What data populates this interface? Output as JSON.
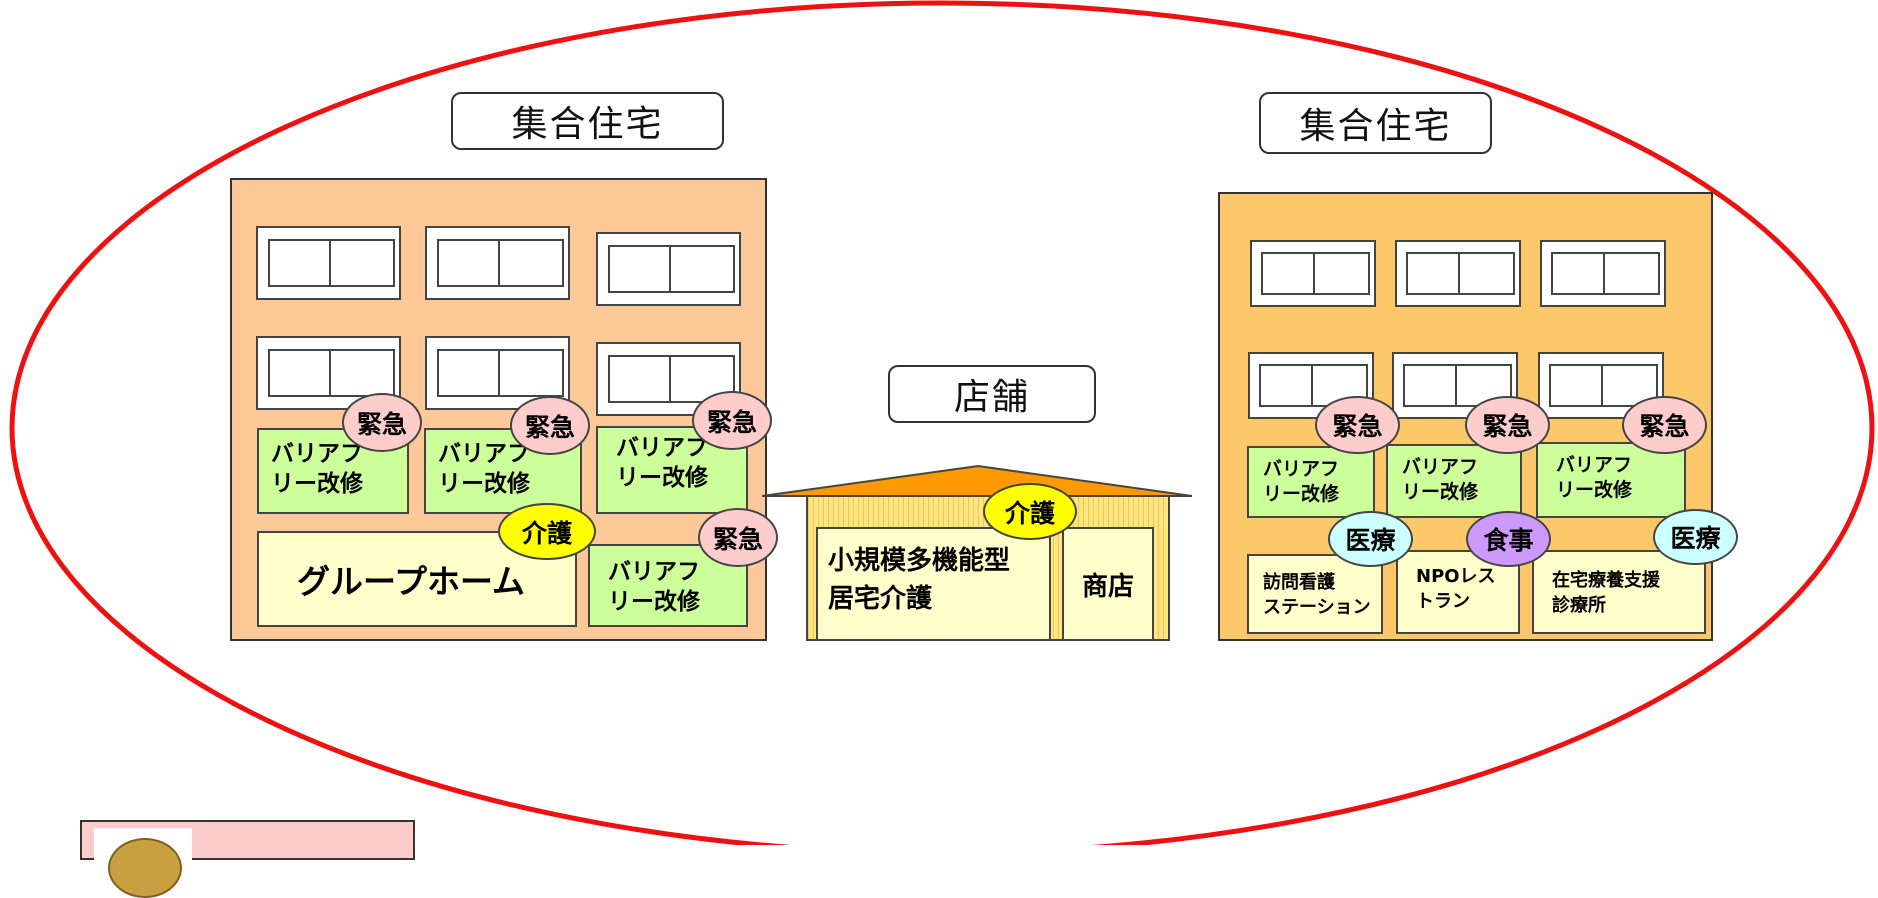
{
  "colors": {
    "ellipse": "#ee1111",
    "left_building": "#fdc998",
    "right_building": "#fdc869",
    "barrier_free": "#ccff99",
    "cream": "#ffffcc",
    "badge_emergency": "#ffcccc",
    "badge_care": "#ffff00",
    "badge_medical": "#ccffff",
    "badge_meal": "#cc99ff",
    "roof": "#ff9900",
    "store_wall": "#ffe680"
  },
  "left_building": {
    "title": "集合住宅",
    "units": [
      {
        "line1": "バリアフ",
        "line2": "リー改修"
      },
      {
        "line1": "バリアフ",
        "line2": "リー改修"
      },
      {
        "line1": "バリアフ",
        "line2": "リー改修"
      },
      {
        "line1": "バリアフ",
        "line2": "リー改修"
      }
    ],
    "group_home": "グループホーム",
    "badges": {
      "emergency": "緊急",
      "care": "介護"
    }
  },
  "store": {
    "title": "店舗",
    "care_line1": "小規模多機能型",
    "care_line2": "居宅介護",
    "shop": "商店",
    "badge_care": "介護"
  },
  "right_building": {
    "title": "集合住宅",
    "units": [
      {
        "line1": "バリアフ",
        "line2": "リー改修"
      },
      {
        "line1": "バリアフ",
        "line2": "リー改修"
      },
      {
        "line1": "バリアフ",
        "line2": "リー改修"
      }
    ],
    "services": [
      {
        "line1": "訪問看護",
        "line2": "ステーション"
      },
      {
        "line1": "NPOレス",
        "line2": "トラン"
      },
      {
        "line1": "在宅療養支援",
        "line2": "診療所"
      }
    ],
    "badges": {
      "emergency": "緊急",
      "medical": "医療",
      "meal": "食事"
    }
  }
}
